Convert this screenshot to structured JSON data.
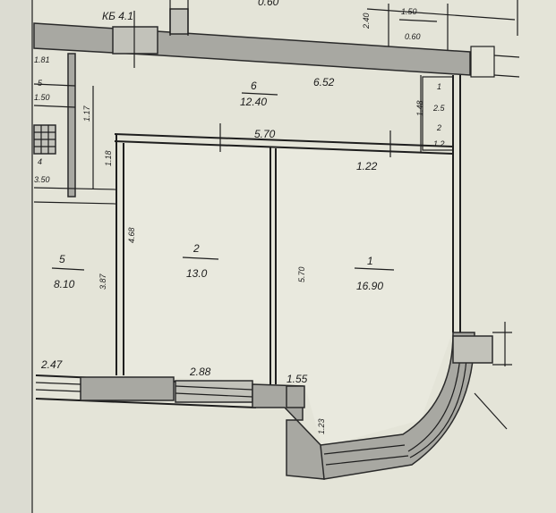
{
  "plan": {
    "marker_top": "КБ 4.1",
    "top_dim": "0.60",
    "top_right_num": "1.50",
    "top_right_den": "0.60",
    "top_right_h": "2.40",
    "rooms": [
      {
        "num": "6",
        "area": "12.40"
      },
      {
        "num": "2",
        "area": "13.0"
      },
      {
        "num": "1",
        "area": "16.90"
      },
      {
        "num": "5",
        "area": "8.10"
      },
      {
        "num": "4",
        "area": "3.50"
      }
    ],
    "dims": {
      "corridor_len": "6.52",
      "inner_width": "5.70",
      "room1_height": "5.70",
      "room2_height": "4.68",
      "room5_height": "3.87",
      "window_a": "2.47",
      "window_b": "2.88",
      "step": "1.55",
      "bay": "1.23",
      "right_door": "1.22",
      "left_w1": "1.81",
      "left_w2": "1.50",
      "left_num": "5",
      "left_frac": "1.17",
      "left_h": "1.18",
      "right_top1": "1.48",
      "right_frac1": "1",
      "right_frac2": "2.5",
      "right_frac3": "2",
      "right_frac4": "1.2"
    }
  }
}
